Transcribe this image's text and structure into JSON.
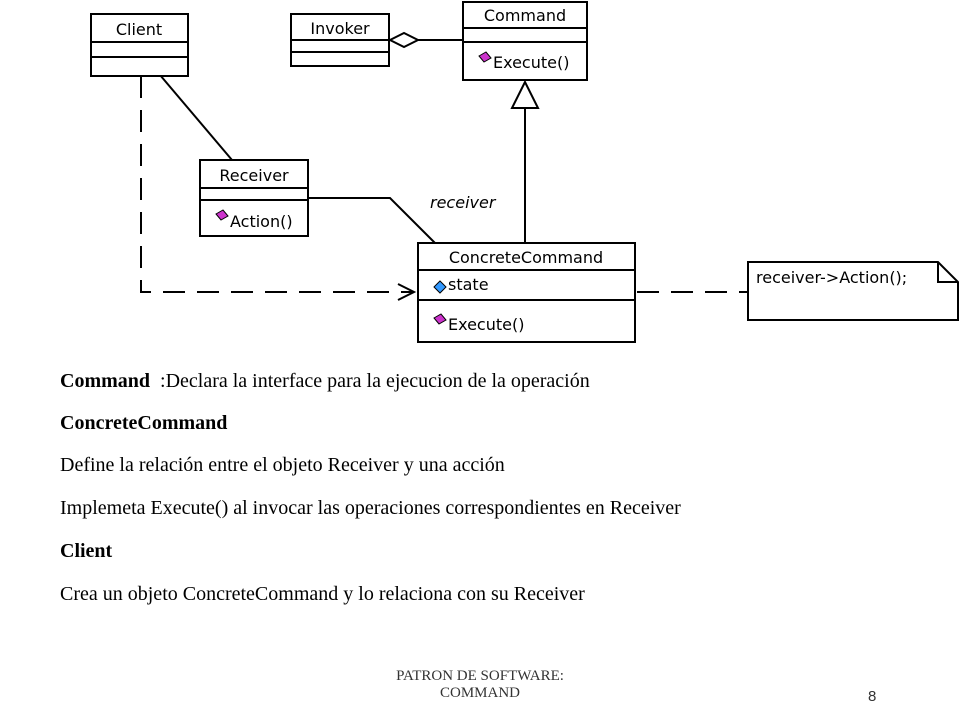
{
  "diagram": {
    "classes": {
      "client": "Client",
      "invoker": "Invoker",
      "command": "Command",
      "command_op": "Execute()",
      "receiver": "Receiver",
      "receiver_op": "Action()",
      "concrete": "ConcreteCommand",
      "concrete_attr": "state",
      "concrete_op": "Execute()"
    },
    "association_label": "receiver",
    "note": "receiver->Action();",
    "colors": {
      "operation_icon": "#cc33cc",
      "attribute_icon": "#3399ff"
    }
  },
  "text": {
    "l1_title": "Command",
    "l1_body": ":Declara la interface para la ejecucion de la operación",
    "l2_title": "ConcreteCommand",
    "l3_body": "Define la relación entre el objeto Receiver y una acción",
    "l4_body": "Implemeta Execute() al invocar las operaciones correspondientes en Receiver",
    "l5_title": "Client",
    "l6_body": "Crea un objeto ConcreteCommand y lo relaciona con su Receiver"
  },
  "footer": {
    "line1": "PATRON DE SOFTWARE:",
    "line2": "COMMAND",
    "page_number": "8"
  }
}
